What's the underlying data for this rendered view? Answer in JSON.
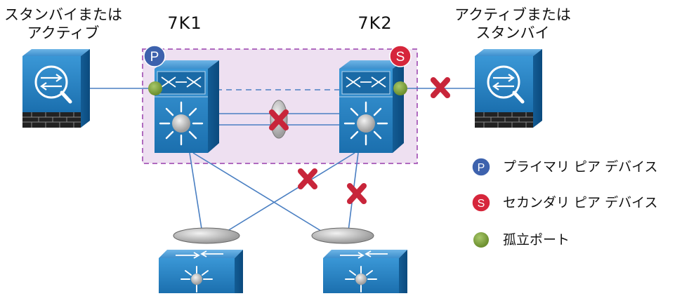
{
  "labels": {
    "left_host": [
      "スタンバイまたは",
      "アクティブ"
    ],
    "right_host": [
      "アクティブまたは",
      "スタンバイ"
    ],
    "switch_left": "7K1",
    "switch_right": "7K2"
  },
  "badges": {
    "primary_letter": "P",
    "secondary_letter": "S"
  },
  "legend": {
    "primary": "プライマリ ピア デバイス",
    "secondary": "セカンダリ ピア デバイス",
    "orphan": "孤立ポート"
  },
  "colors": {
    "vpc_domain_fill": "#eee0f1",
    "vpc_domain_border": "#b06bbf",
    "device_blue": "#1f79b9",
    "device_dark": "#0d5a93",
    "primary_badge": "#3d62ad",
    "secondary_badge": "#d6263b",
    "orphan_port": "#82a53c",
    "failure_x": "#c8253a",
    "link": "#4a7fc2"
  }
}
